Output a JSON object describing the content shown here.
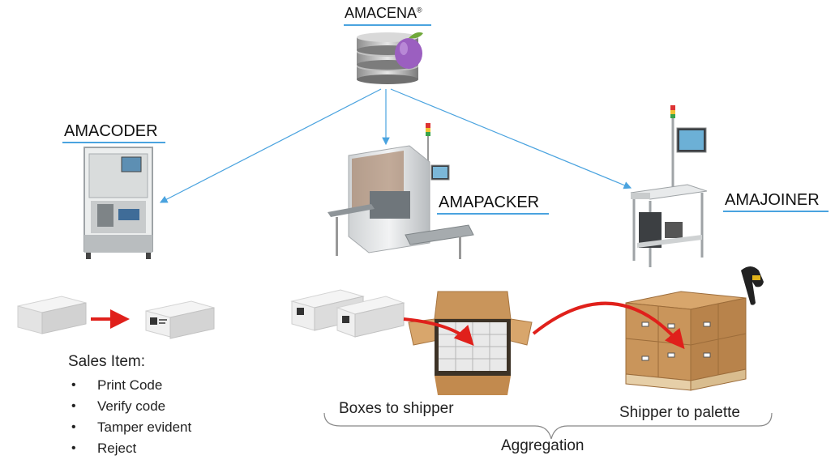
{
  "server": {
    "name": "AMACENA",
    "mark": "®"
  },
  "machines": {
    "coder": "AMACODER",
    "packer": "AMAPACKER",
    "joiner": "AMAJOINER"
  },
  "sales_item": {
    "heading": "Sales Item:",
    "points": [
      "Print Code",
      "Verify code",
      "Tamper evident",
      "Reject"
    ]
  },
  "steps": {
    "boxes": "Boxes to shipper",
    "shipper": "Shipper to palette"
  },
  "group_label": "Aggregation",
  "colors": {
    "link_line": "#4aa3df",
    "flow_arrow": "#e0201b",
    "plum": "#9b5fc0",
    "cardboard": "#c9955b"
  }
}
